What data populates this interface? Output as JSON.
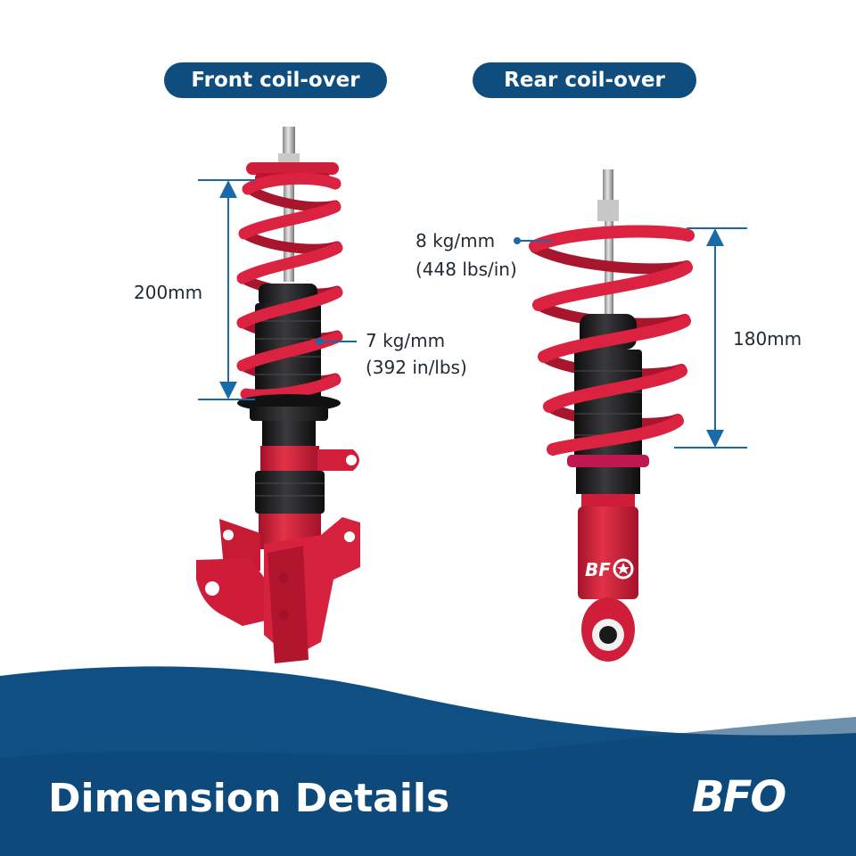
{
  "front": {
    "title": "Front coil-over",
    "spring_length": "200mm",
    "spring_rate_line1": "7 kg/mm",
    "spring_rate_line2": "(392 in/lbs)"
  },
  "rear": {
    "title": "Rear coil-over",
    "spring_length": "180mm",
    "spring_rate_line1": "8 kg/mm",
    "spring_rate_line2": "(448 lbs/in)"
  },
  "footer": {
    "title": "Dimension Details",
    "brand_logo": "BFO"
  },
  "colors": {
    "accent_blue": "#0e4d7e",
    "dimension_blue": "#1a6aa8",
    "spring_red": "#d8213d",
    "body_red": "#cc1a36",
    "black": "#1c1c1e"
  }
}
